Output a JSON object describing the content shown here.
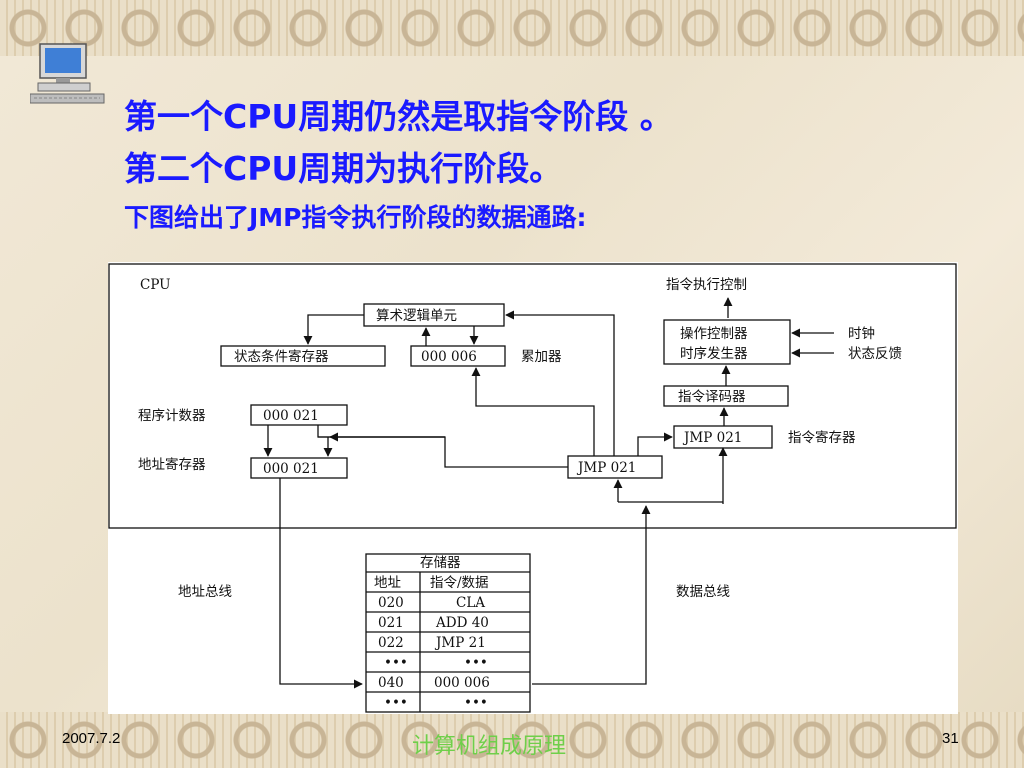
{
  "title_lines": [
    "第一个CPU周期仍然是取指令阶段 。",
    "第二个CPU周期为执行阶段。",
    "下图给出了JMP指令执行阶段的数据通路:"
  ],
  "diagram": {
    "cpu_label": "CPU",
    "alu": "算术逻辑单元",
    "status_reg": "状态条件寄存器",
    "accumulator_value": "000   006",
    "accumulator_label": "累加器",
    "pc_label": "程序计数器",
    "pc_value": "000  021",
    "ar_label": "地址寄存器",
    "ar_value": "000  021",
    "dr_value": "JMP   021",
    "ir_value": "JMP   021",
    "ir_label": "指令寄存器",
    "decoder": "指令译码器",
    "control_line1": "操作控制器",
    "control_line2": "时序发生器",
    "clock": "时钟",
    "status_feedback": "状态反馈",
    "exec_control": "指令执行控制",
    "address_bus": "地址总线",
    "data_bus": "数据总线",
    "memory": {
      "title": "存储器",
      "headers": [
        "地址",
        "指令/数据"
      ],
      "rows": [
        [
          "020",
          "CLA"
        ],
        [
          "021",
          "ADD   40"
        ],
        [
          "022",
          "JMP   21"
        ],
        [
          "•••",
          "•••"
        ],
        [
          "040",
          "000   006"
        ],
        [
          "•••",
          "•••"
        ]
      ]
    }
  },
  "footer": {
    "date": "2007.7.2",
    "title": "计算机组成原理",
    "page": "31"
  },
  "colors": {
    "title": "#1a1aff",
    "footer_title": "#6fcf4a"
  }
}
